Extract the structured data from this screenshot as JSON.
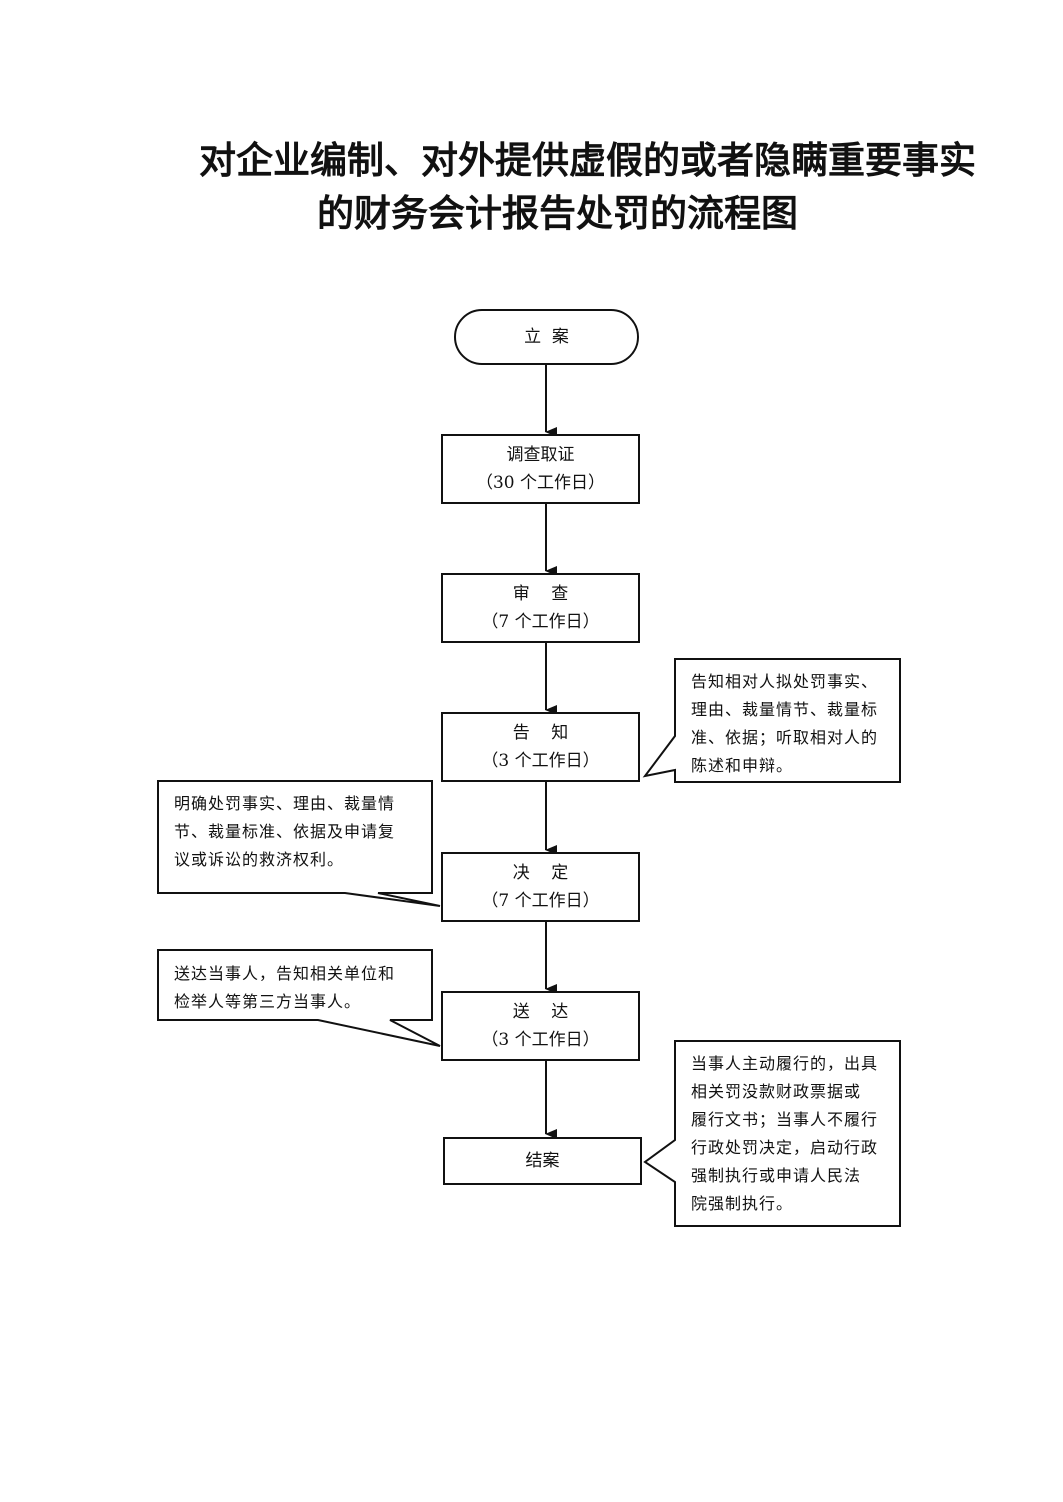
{
  "title": {
    "line1": "对企业编制、对外提供虚假的或者隐瞒重要事实",
    "line2": "的财务会计报告处罚的流程图"
  },
  "steps": [
    {
      "label": "立  案",
      "sub": ""
    },
    {
      "label": "调查取证",
      "sub": "（30 个工作日）"
    },
    {
      "label": "审    查",
      "sub": "（7 个工作日）"
    },
    {
      "label": "告    知",
      "sub": "（3 个工作日）"
    },
    {
      "label": "决    定",
      "sub": "（7 个工作日）"
    },
    {
      "label": "送    达",
      "sub": "（3 个工作日）"
    },
    {
      "label": "结案",
      "sub": ""
    }
  ],
  "notes": {
    "notify": "告知相对人拟处罚事实、\n理由、裁量情节、裁量标\n准、依据；听取相对人的\n陈述和申辩。",
    "decide": "明确处罚事实、理由、裁量情\n节、裁量标准、依据及申请复\n议或诉讼的救济权利。",
    "deliver": "送达当事人，告知相关单位和\n检举人等第三方当事人。",
    "close": "当事人主动履行的，出具\n相关罚没款财政票据或\n履行文书；当事人不履行\n行政处罚决定，启动行政\n强制执行或申请人民法\n院强制执行。"
  }
}
